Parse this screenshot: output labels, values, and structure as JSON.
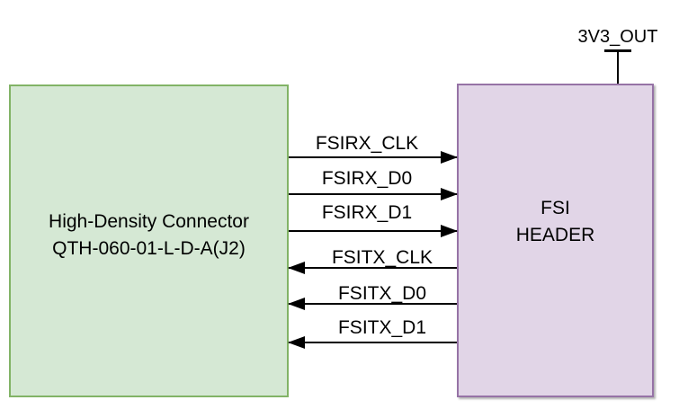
{
  "left_box": {
    "line1": "High-Density Connector",
    "line2": "QTH-060-01-L-D-A(J2)",
    "fill_color": "#d5e8d4",
    "border_color": "#82b366"
  },
  "right_box": {
    "line1": "FSI",
    "line2": "HEADER",
    "fill_color": "#e1d5e7",
    "border_color": "#9673a6"
  },
  "power": {
    "label": "3V3_OUT"
  },
  "signals": [
    {
      "label": "FSIRX_CLK",
      "direction": "right",
      "from": "High-Density Connector",
      "to": "FSI HEADER"
    },
    {
      "label": "FSIRX_D0",
      "direction": "right",
      "from": "High-Density Connector",
      "to": "FSI HEADER"
    },
    {
      "label": "FSIRX_D1",
      "direction": "right",
      "from": "High-Density Connector",
      "to": "FSI HEADER"
    },
    {
      "label": "FSITX_CLK",
      "direction": "left",
      "from": "FSI HEADER",
      "to": "High-Density Connector"
    },
    {
      "label": "FSITX_D0",
      "direction": "left",
      "from": "FSI HEADER",
      "to": "High-Density Connector"
    },
    {
      "label": "FSITX_D1",
      "direction": "left",
      "from": "FSI HEADER",
      "to": "High-Density Connector"
    }
  ],
  "line_color": "#000000"
}
